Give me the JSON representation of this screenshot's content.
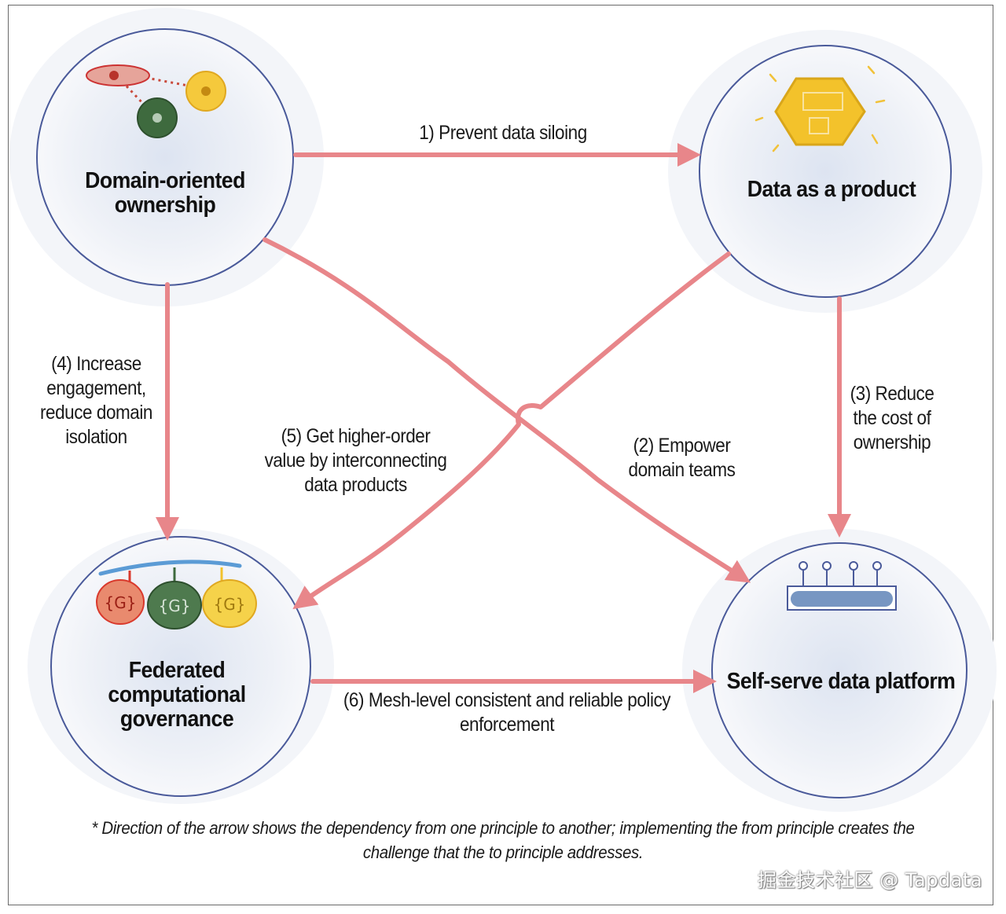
{
  "nodes": {
    "domain": {
      "label": "Domain-oriented\nownership"
    },
    "product": {
      "label": "Data as a product"
    },
    "governance": {
      "label": "Federated\ncomputational\ngovernance"
    },
    "platform": {
      "label": "Self-serve data platform"
    }
  },
  "edges": {
    "e1": {
      "label": "1) Prevent data siloing"
    },
    "e2": {
      "label": "(2) Empower\ndomain teams"
    },
    "e3": {
      "label": "(3) Reduce\nthe cost of\nownership"
    },
    "e4": {
      "label": "(4) Increase\nengagement,\nreduce domain\nisolation"
    },
    "e5": {
      "label": "(5) Get higher-order\nvalue by interconnecting\ndata products"
    },
    "e6": {
      "label": "(6) Mesh-level consistent and reliable policy\nenforcement"
    }
  },
  "icons": {
    "governance": {
      "glyph": "{G}"
    }
  },
  "footnote": "* Direction of the arrow shows the dependency from one principle to another; implementing the from principle creates the\nchallenge that the to principle addresses.",
  "watermark": "掘金技术社区 @ Tapdata",
  "colors": {
    "arrow": "#e8868a",
    "circle_stroke": "#4a5a9a",
    "circle_fill": "#e9eef7",
    "red": "#d9392c",
    "green": "#3e6a3e",
    "yellow": "#f2c22c",
    "blue": "#5b9bd5"
  }
}
